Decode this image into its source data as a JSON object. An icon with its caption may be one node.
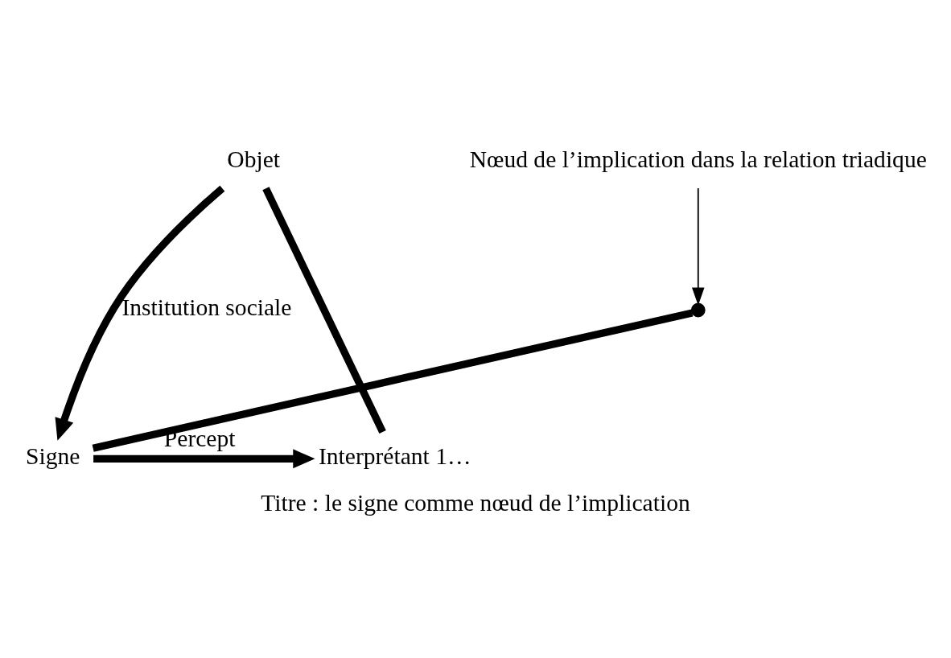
{
  "diagram": {
    "caption": "Titre : le signe comme nœud de l’implication",
    "nodes": [
      {
        "text": [
          "Objet"
        ]
      },
      {
        "text": [
          "Signe"
        ]
      },
      {
        "text": [
          "Interprétant 1…"
        ]
      },
      {
        "text": [],
        "shape": "point"
      },
      {
        "text": [
          "Nœud de l’implication dans la relation triadique"
        ]
      }
    ],
    "edges": [
      {
        "from": 0,
        "to": 1,
        "arrow": "to",
        "label": "Institution sociale"
      },
      {
        "from": 1,
        "to": 2,
        "arrow": "to",
        "label": "Percept"
      },
      {
        "from": 0,
        "to": 2,
        "arrow": "none"
      },
      {
        "from": 1,
        "to": 3,
        "arrow": "none"
      },
      {
        "from": 4,
        "to": 3,
        "arrow": "to"
      }
    ]
  }
}
